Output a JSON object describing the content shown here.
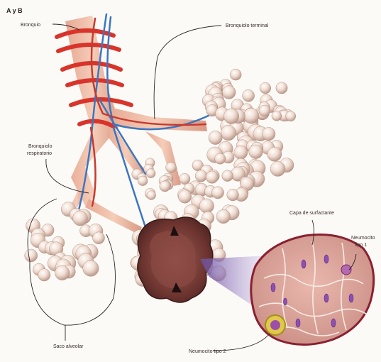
{
  "figure": {
    "panel_label": "A y B"
  },
  "labels": {
    "bronquio": "Bronquio",
    "bronquiolo_terminal": "Bronquiolo terminal",
    "bronquiolo_respiratorio_1": "Bronquiolo",
    "bronquiolo_respiratorio_2": "respiratorio",
    "capa_surfactante": "Capa de surfactante",
    "neumocito_tipo1_1": "Neumocito",
    "neumocito_tipo1_2": "tipo 1",
    "saco_alveolar": "Saco alveolar",
    "neumocito_tipo2": "Neumocito tipo 2"
  }
}
